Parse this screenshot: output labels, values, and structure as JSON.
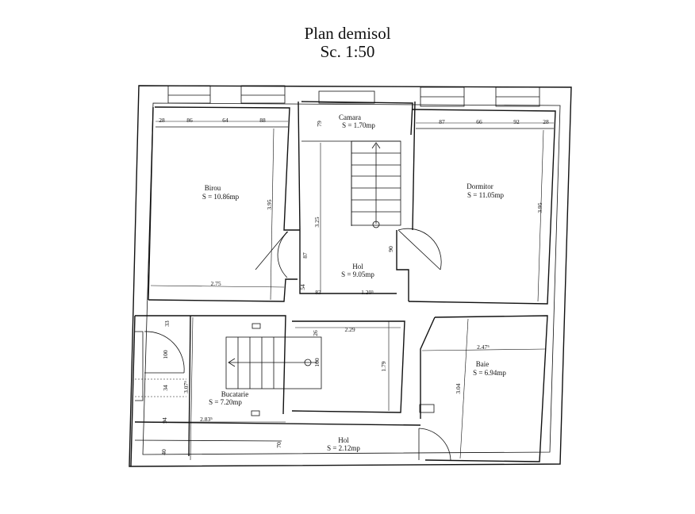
{
  "title": "Plan demisol",
  "scale": "Sc. 1:50",
  "rooms": [
    {
      "name": "Camara",
      "area": "S = 1.70mp"
    },
    {
      "name": "Birou",
      "area": "S = 10.86mp"
    },
    {
      "name": "Dormitor",
      "area": "S = 11.05mp"
    },
    {
      "name": "Hol",
      "area": "S = 9.05mp"
    },
    {
      "name": "Bucatarie",
      "area": "S = 7.20mp"
    },
    {
      "name": "Baie",
      "area": "S = 6.94mp"
    },
    {
      "name": "Hol",
      "area": "S = 2.12mp"
    }
  ],
  "dimensions": {
    "birou_top": [
      "28",
      "86",
      "64",
      "88"
    ],
    "dormitor_top": [
      "87",
      "66",
      "92",
      "28"
    ],
    "birou_height": "3.95",
    "birou_width": "2.75",
    "dormitor_height": "3.95",
    "camara_v": "79",
    "hol_v1": "3.25",
    "hol_v2": "87",
    "hol_v3": "90",
    "hol_h1": "54",
    "hol_h2": "83",
    "hol_h3": "1.20⁵",
    "stair_w": "2.29",
    "stair_v1": "26",
    "stair_v2": "100",
    "stair_v3": "1.79",
    "baie_w": "2.47⁵",
    "baie_h": "3.04",
    "buc_v1": "33",
    "buc_v2": "100",
    "buc_v3": "34",
    "buc_v4": "94",
    "buc_v5": "40",
    "buc_h": "3.07⁵",
    "buc_w": "2.83⁵",
    "hol2_v": "70"
  }
}
